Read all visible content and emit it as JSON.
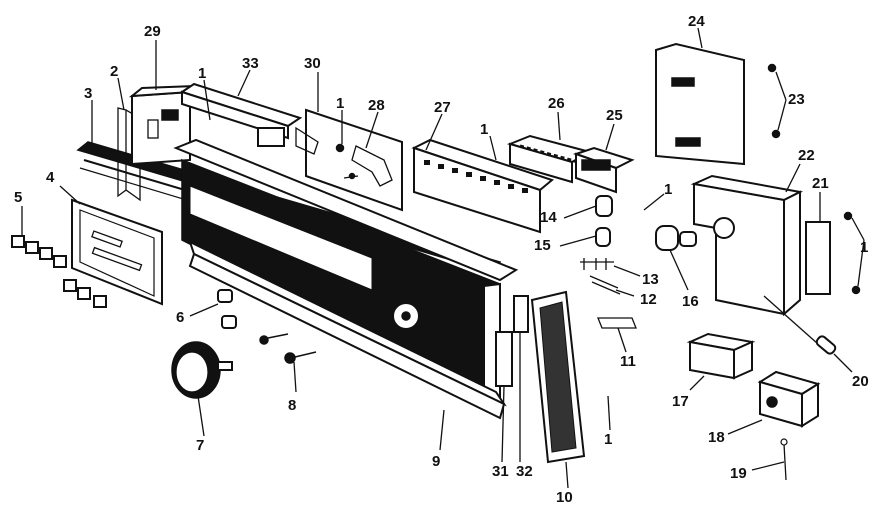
{
  "diagram": {
    "callouts": [
      {
        "id": "c29",
        "text": "29"
      },
      {
        "id": "c33",
        "text": "33"
      },
      {
        "id": "c30",
        "text": "30"
      },
      {
        "id": "c1a",
        "text": "1"
      },
      {
        "id": "c1b",
        "text": "1"
      },
      {
        "id": "c28",
        "text": "28"
      },
      {
        "id": "c27",
        "text": "27"
      },
      {
        "id": "c1c",
        "text": "1"
      },
      {
        "id": "c26",
        "text": "26"
      },
      {
        "id": "c25",
        "text": "25"
      },
      {
        "id": "c24",
        "text": "24"
      },
      {
        "id": "c23",
        "text": "23"
      },
      {
        "id": "c22",
        "text": "22"
      },
      {
        "id": "c21",
        "text": "21"
      },
      {
        "id": "c1d",
        "text": "1"
      },
      {
        "id": "c1e",
        "text": "1"
      },
      {
        "id": "c2",
        "text": "2"
      },
      {
        "id": "c3",
        "text": "3"
      },
      {
        "id": "c4",
        "text": "4"
      },
      {
        "id": "c5",
        "text": "5"
      },
      {
        "id": "c6",
        "text": "6"
      },
      {
        "id": "c7",
        "text": "7"
      },
      {
        "id": "c8",
        "text": "8"
      },
      {
        "id": "c9",
        "text": "9"
      },
      {
        "id": "c31",
        "text": "31"
      },
      {
        "id": "c32",
        "text": "32"
      },
      {
        "id": "c10",
        "text": "10"
      },
      {
        "id": "c1f",
        "text": "1"
      },
      {
        "id": "c11",
        "text": "11"
      },
      {
        "id": "c12",
        "text": "12"
      },
      {
        "id": "c13",
        "text": "13"
      },
      {
        "id": "c14",
        "text": "14"
      },
      {
        "id": "c15",
        "text": "15"
      },
      {
        "id": "c16",
        "text": "16"
      },
      {
        "id": "c17",
        "text": "17"
      },
      {
        "id": "c18",
        "text": "18"
      },
      {
        "id": "c19",
        "text": "19"
      },
      {
        "id": "c20",
        "text": "20"
      }
    ]
  }
}
